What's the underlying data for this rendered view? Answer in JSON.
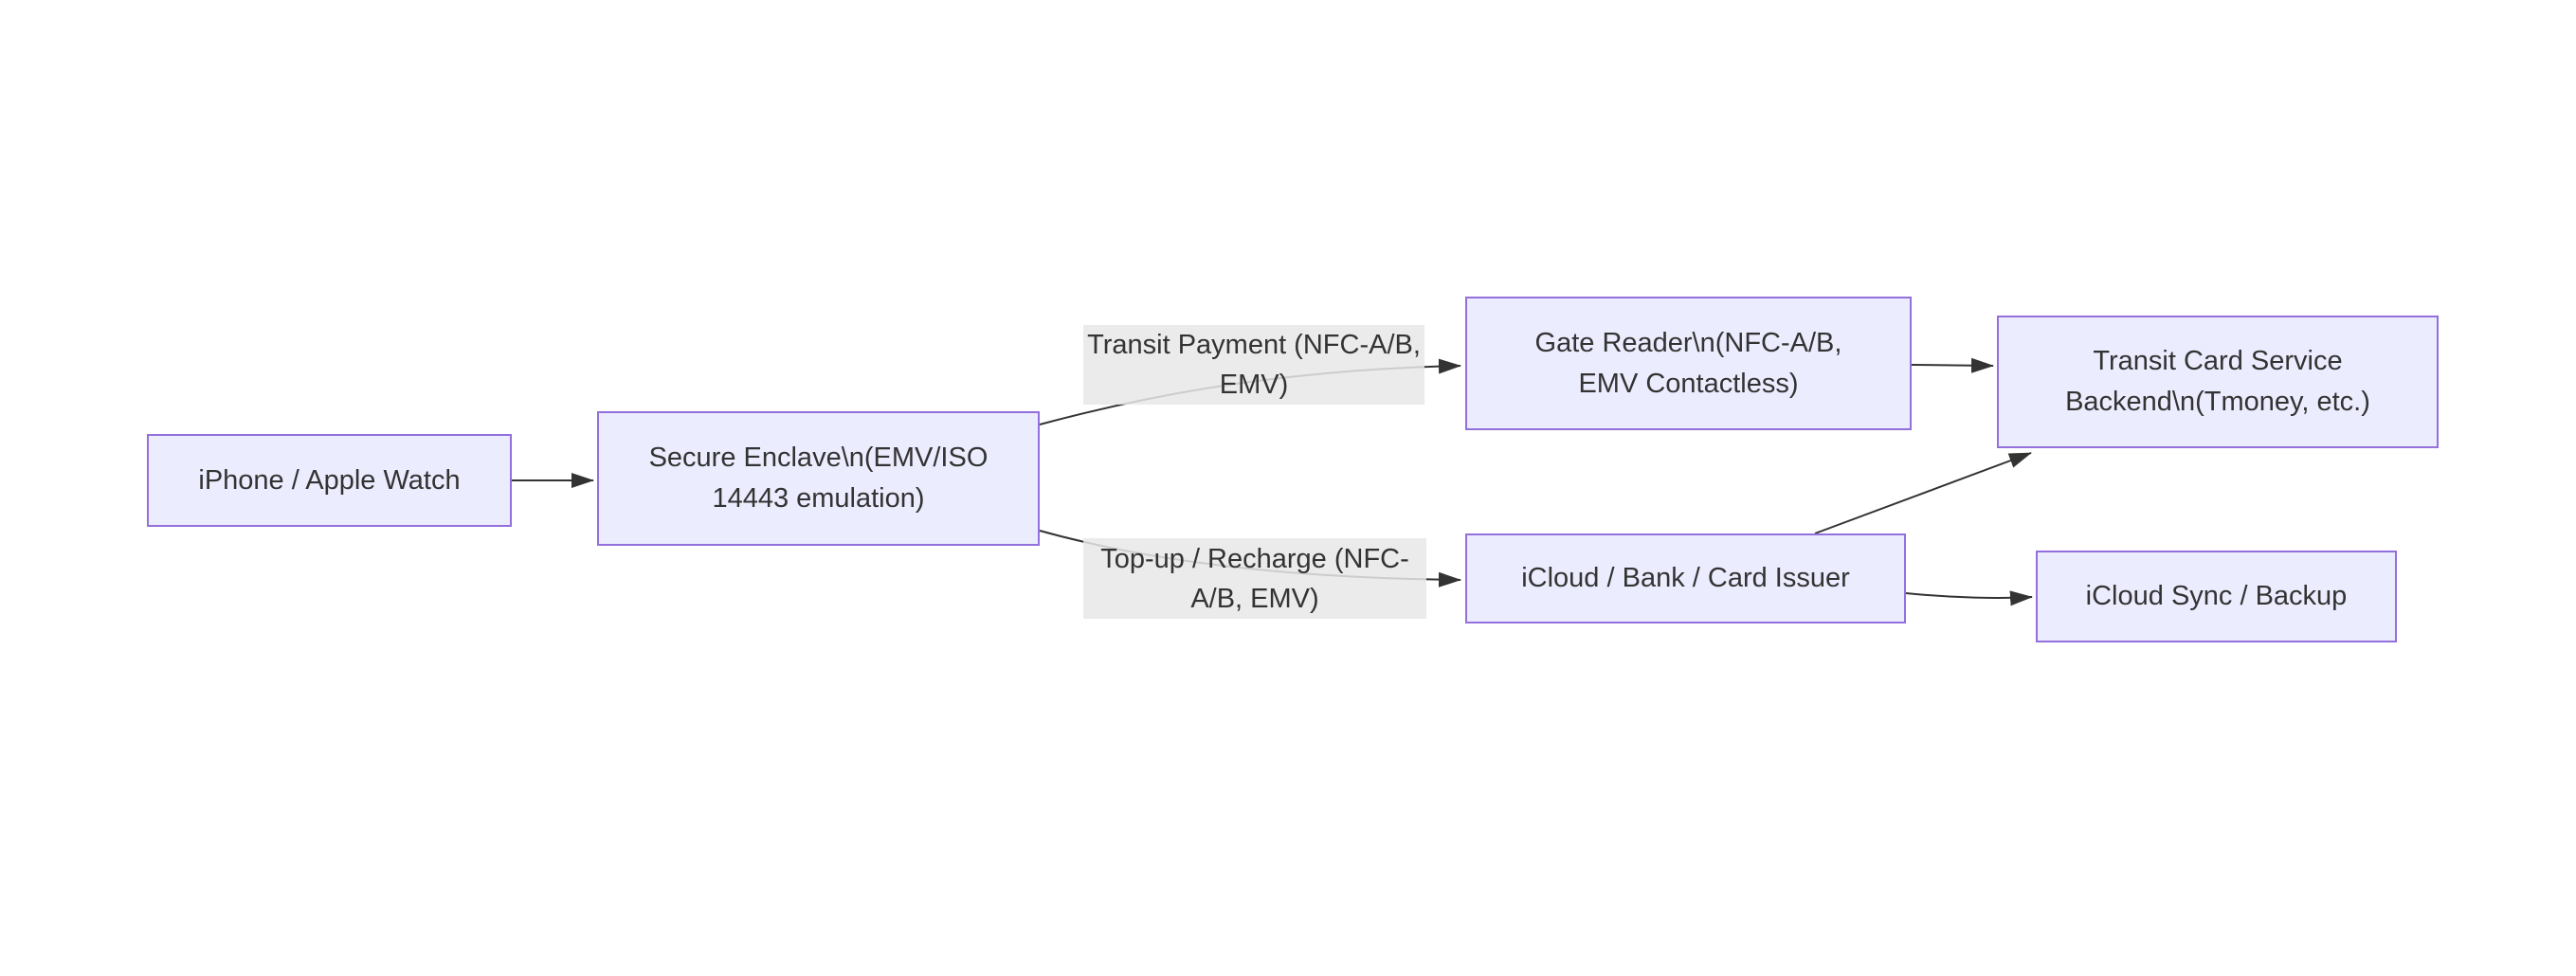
{
  "diagram": {
    "type": "flowchart",
    "direction": "left-to-right",
    "colors": {
      "background": "#ffffff",
      "node_fill": "#ececff",
      "node_border": "#9370db",
      "edge": "#333333",
      "edge_label_bg": "#e8e8e8",
      "text": "#333333"
    },
    "nodes": [
      {
        "id": "device",
        "label": "iPhone / Apple Watch",
        "lines": [
          "iPhone / Apple Watch"
        ]
      },
      {
        "id": "secure-enclave",
        "label": "Secure Enclave\\n(EMV/ISO 14443 emulation)",
        "lines": [
          "Secure Enclave\\n(EMV/ISO",
          "14443 emulation)"
        ]
      },
      {
        "id": "gate-reader",
        "label": "Gate Reader\\n(NFC-A/B, EMV Contactless)",
        "lines": [
          "Gate Reader\\n(NFC-A/B,",
          "EMV Contactless)"
        ]
      },
      {
        "id": "transit-backend",
        "label": "Transit Card Service Backend\\n(Tmoney, etc.)",
        "lines": [
          "Transit Card Service",
          "Backend\\n(Tmoney, etc.)"
        ]
      },
      {
        "id": "icloud-bank",
        "label": "iCloud / Bank / Card Issuer",
        "lines": [
          "iCloud / Bank / Card Issuer"
        ]
      },
      {
        "id": "icloud-sync",
        "label": "iCloud Sync / Backup",
        "lines": [
          "iCloud Sync / Backup"
        ]
      }
    ],
    "edges": [
      {
        "from": "device",
        "to": "secure-enclave"
      },
      {
        "from": "secure-enclave",
        "to": "gate-reader",
        "label": "Transit Payment (NFC-A/B, EMV)",
        "label_lines": [
          "Transit Payment (NFC-A/B,",
          "EMV)"
        ]
      },
      {
        "from": "secure-enclave",
        "to": "icloud-bank",
        "label": "Top-up / Recharge (NFC-A/B, EMV)",
        "label_lines": [
          "Top-up / Recharge (NFC-",
          "A/B, EMV)"
        ]
      },
      {
        "from": "gate-reader",
        "to": "transit-backend"
      },
      {
        "from": "icloud-bank",
        "to": "transit-backend"
      },
      {
        "from": "icloud-bank",
        "to": "icloud-sync"
      }
    ]
  }
}
